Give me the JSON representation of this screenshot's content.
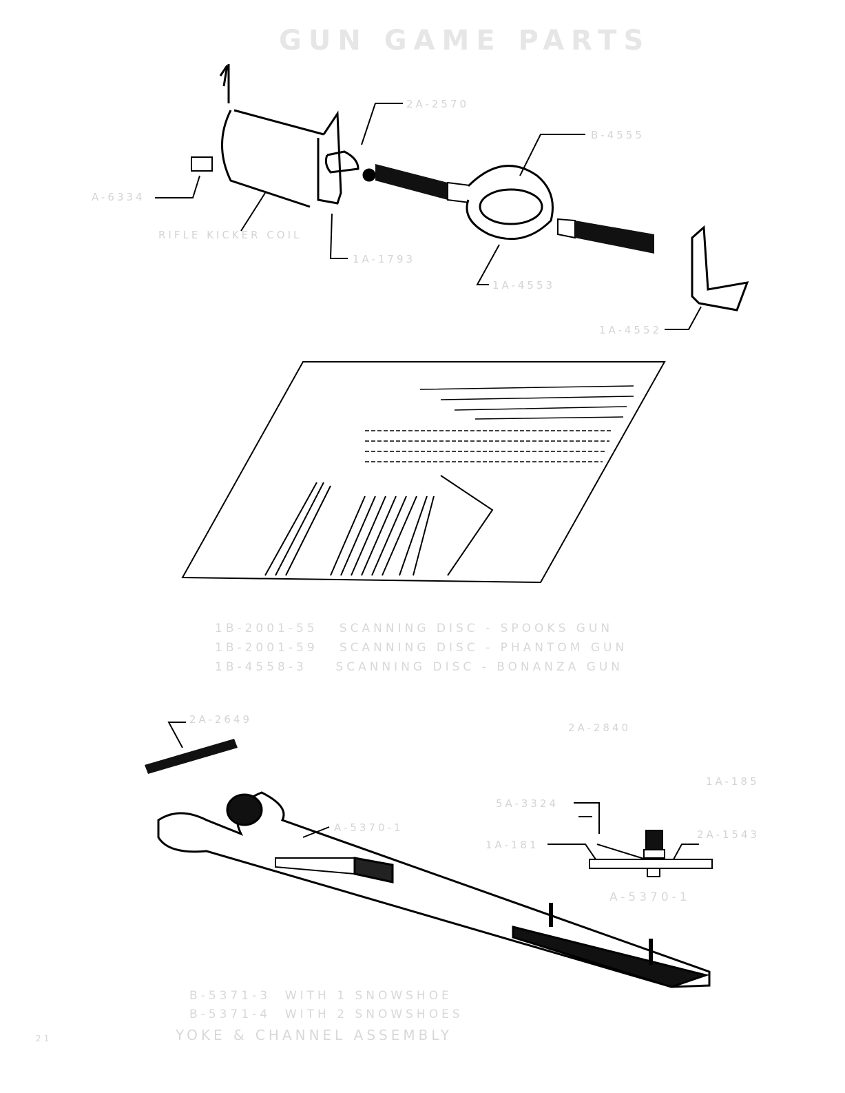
{
  "title": "GUN GAME PARTS",
  "top_assembly": {
    "labels": {
      "rod": "2A-2570",
      "yoke": "B-4555",
      "bracket_left": "A-6334",
      "coil": "RIFLE KICKER COIL",
      "bracket_mid": "1A-1793",
      "ring": "1A-4553",
      "bracket_right": "1A-4552"
    }
  },
  "scanning_discs": [
    {
      "part": "1B-2001-55",
      "description": "SCANNING DISC - SPOOKS GUN"
    },
    {
      "part": "1B-2001-59",
      "description": "SCANNING DISC - PHANTOM GUN"
    },
    {
      "part": "1B-4558-3",
      "description": "SCANNING DISC - BONANZA GUN"
    }
  ],
  "yoke_assembly": {
    "labels": {
      "pin": "2A-2649",
      "spring": "2A-2840",
      "spring_cap": "1A-185",
      "snowshoe": "5A-3324",
      "yoke": "A-5370-1",
      "plate": "1A-181",
      "bushing": "2A-1543",
      "detail": "A-5370-1"
    },
    "captions": [
      {
        "part": "B-5371-3",
        "description": "WITH 1 SNOWSHOE"
      },
      {
        "part": "B-5371-4",
        "description": "WITH 2 SNOWSHOES"
      }
    ],
    "title": "YOKE & CHANNEL ASSEMBLY"
  },
  "page_number": "21"
}
